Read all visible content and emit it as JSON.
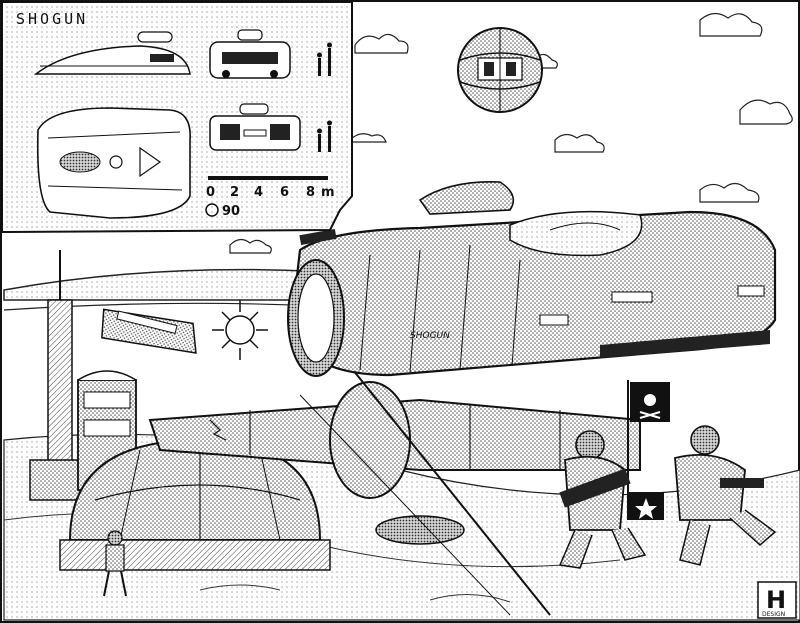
{
  "artwork": {
    "inset_title": "SHOGUN",
    "hull_marking": "SHOGUN",
    "scale_bar": {
      "ticks": [
        "0",
        "2",
        "4",
        "6",
        "8"
      ],
      "unit": "m",
      "index_label": "90"
    },
    "logo": {
      "letter": "H",
      "subtext": "DESIGN"
    }
  }
}
